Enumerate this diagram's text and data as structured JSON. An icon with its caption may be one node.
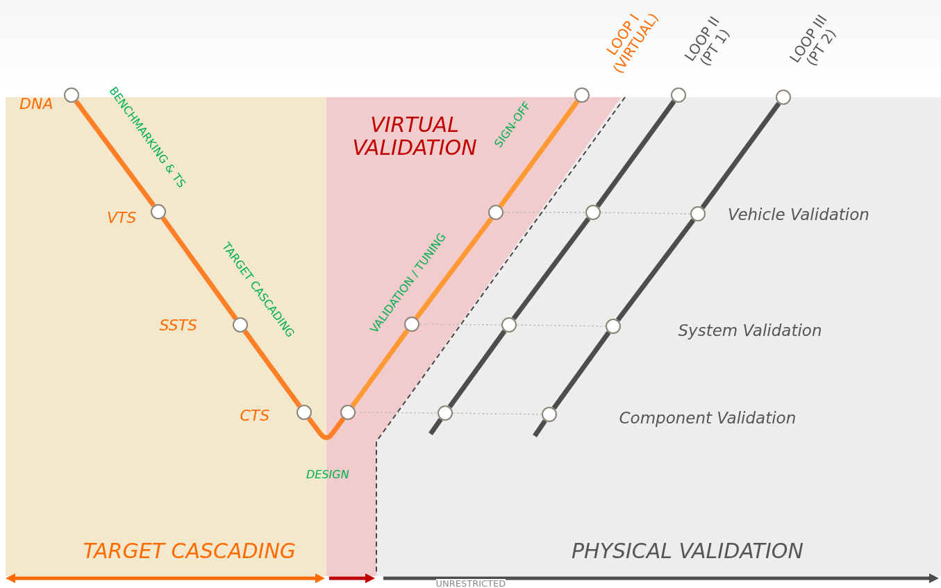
{
  "diagram": {
    "nodes": [
      {
        "text": [
          "TARGET CASCADING"
        ]
      },
      {
        "text": [
          "VIRTUAL VALIDATION"
        ]
      },
      {
        "text": [
          "PHYSICAL VALIDATION"
        ]
      },
      {
        "text": [],
        "shape": "circle",
        "beside": [
          "DNA"
        ]
      },
      {
        "text": [],
        "shape": "circle",
        "beside": [
          "VTS"
        ],
        "in": 0
      },
      {
        "text": [],
        "shape": "circle",
        "beside": [
          "SSTS"
        ],
        "in": 0
      },
      {
        "text": [],
        "shape": "circle",
        "beside": [
          "CTS"
        ],
        "in": 0
      },
      {
        "text": [],
        "shape": "circle",
        "in": 1
      },
      {
        "text": [],
        "shape": "circle",
        "in": 1
      },
      {
        "text": [],
        "shape": "circle",
        "in": 1
      },
      {
        "text": [],
        "shape": "circle",
        "beside": [
          "LOOP I (VIRTUAL)"
        ]
      },
      {
        "text": [],
        "shape": "circle",
        "beside": [
          "LOOP II (PT 1)"
        ]
      },
      {
        "text": [],
        "shape": "circle",
        "in": 2
      },
      {
        "text": [],
        "shape": "circle",
        "in": 2
      },
      {
        "text": [],
        "shape": "circle",
        "in": 2
      },
      {
        "text": [],
        "shape": "circle",
        "beside": [
          "LOOP III (PT 2)"
        ]
      },
      {
        "text": [],
        "shape": "circle",
        "in": 2
      },
      {
        "text": [],
        "shape": "circle",
        "in": 2
      },
      {
        "text": [],
        "shape": "circle",
        "in": 2
      }
    ],
    "edges": [
      {
        "from": 3,
        "to": 4,
        "arrow": "none",
        "label": "BENCHMARKING & TS",
        "color": "#ff7f27"
      },
      {
        "from": 4,
        "to": 5,
        "arrow": "none",
        "label": "TARGET CASCADING",
        "color": "#ff7f27"
      },
      {
        "from": 5,
        "to": 6,
        "arrow": "none",
        "color": "#ff7f27"
      },
      {
        "from": 6,
        "to": 7,
        "arrow": "none",
        "label": "DESIGN",
        "color": "#ff7f27"
      },
      {
        "from": 7,
        "to": 8,
        "arrow": "none",
        "color": "#ff9933"
      },
      {
        "from": 8,
        "to": 9,
        "arrow": "none",
        "label": "VALIDATION / TUNING",
        "color": "#ff9933"
      },
      {
        "from": 9,
        "to": 10,
        "arrow": "none",
        "label": "SIGN-OFF",
        "color": "#ff9933"
      },
      {
        "from": 11,
        "to": 12,
        "arrow": "none"
      },
      {
        "from": 12,
        "to": 13,
        "arrow": "none"
      },
      {
        "from": 13,
        "to": 14,
        "arrow": "none"
      },
      {
        "from": 14,
        "to": null,
        "arrow": "none"
      },
      {
        "from": 15,
        "to": 16,
        "arrow": "none"
      },
      {
        "from": 16,
        "to": 17,
        "arrow": "none"
      },
      {
        "from": 17,
        "to": 18,
        "arrow": "none"
      },
      {
        "from": 18,
        "to": null,
        "arrow": "none"
      },
      {
        "from": 9,
        "to": 12,
        "arrow": "none",
        "style": "dashed",
        "color": "#bbbbbb"
      },
      {
        "from": 12,
        "to": 16,
        "arrow": "none",
        "style": "dashed",
        "color": "#bbbbbb"
      },
      {
        "from": 8,
        "to": 13,
        "arrow": "none",
        "style": "dashed",
        "color": "#bbbbbb"
      },
      {
        "from": 13,
        "to": 17,
        "arrow": "none",
        "style": "dashed",
        "color": "#bbbbbb"
      },
      {
        "from": 7,
        "to": 14,
        "arrow": "none",
        "style": "dashed",
        "color": "#bbbbbb"
      },
      {
        "from": 14,
        "to": 18,
        "arrow": "none",
        "style": "dashed",
        "color": "#bbbbbb"
      }
    ],
    "labels": [
      "Vehicle Validation",
      "System Validation",
      "Component Validation",
      "UNRESTRICTED"
    ]
  }
}
